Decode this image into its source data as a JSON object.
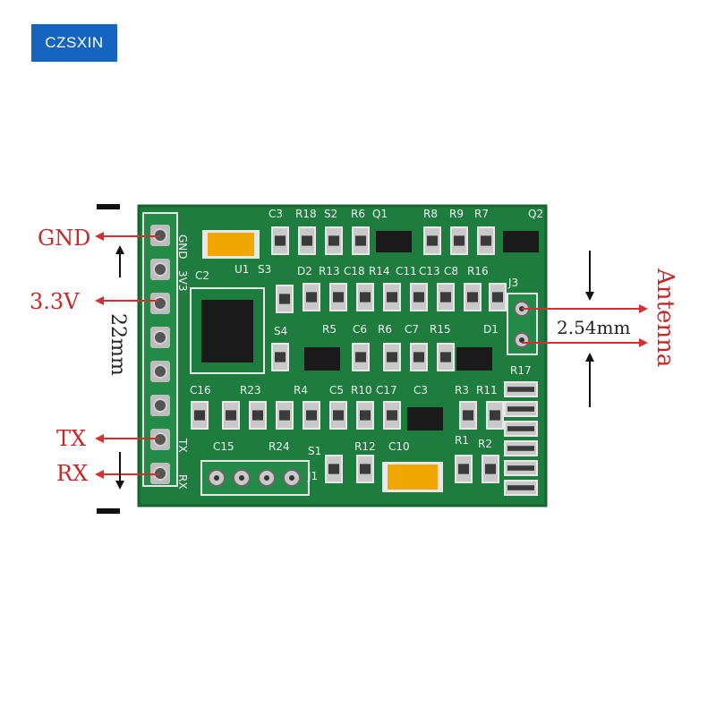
{
  "brand": {
    "name": "CZSXIN",
    "color": "#1565c0"
  },
  "pin_labels": {
    "gnd": "GND",
    "vcc": "3.3V",
    "tx": "TX",
    "rx": "RX",
    "color": "#c62828"
  },
  "dimensions": {
    "height": "22mm",
    "pitch": "2.54mm"
  },
  "antenna_label": "Antenna",
  "silkscreen": [
    "C3",
    "R18",
    "S2",
    "R6",
    "Q1",
    "R8",
    "R9",
    "R7",
    "Q2",
    "C2",
    "U1",
    "S3",
    "D2",
    "R13",
    "C18",
    "R14",
    "C11",
    "C13",
    "C8",
    "R16",
    "J3",
    "S4",
    "R5",
    "C6",
    "R6",
    "C7",
    "R15",
    "D1",
    "R17",
    "C16",
    "R23",
    "R4",
    "C5",
    "R10",
    "C17",
    "C3",
    "R3",
    "R11",
    "C15",
    "R24",
    "S1",
    "R12",
    "C10",
    "R1",
    "R2",
    "J1",
    "GND",
    "3V3",
    "TX",
    "RX"
  ]
}
